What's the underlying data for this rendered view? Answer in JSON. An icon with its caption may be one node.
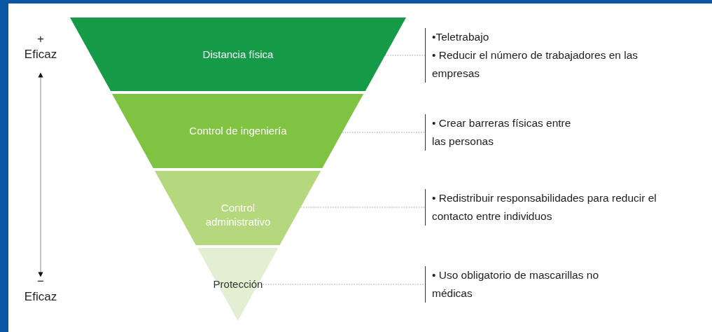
{
  "diagram": {
    "nodes": [
      {
        "text": [
          "Distancia física"
        ]
      },
      {
        "text": [
          "Control de ingeniería"
        ]
      },
      {
        "text": [
          "Control administrativo"
        ]
      },
      {
        "text": [
          "Protección"
        ]
      },
      {
        "text": [
          "•Teletrabajo",
          "• Reducir el número de trabajadores en las empresas"
        ]
      },
      {
        "text": [
          "• Crear barreras físicas entre las personas"
        ]
      },
      {
        "text": [
          "• Redistribuir responsabilidades para reducir el contacto entre individuos"
        ]
      },
      {
        "text": [
          "• Uso obligatorio de mascarillas no médicas"
        ]
      }
    ],
    "edges": [
      {
        "from": 0,
        "to": 4,
        "arrow": "none",
        "style": "dashed"
      },
      {
        "from": 1,
        "to": 5,
        "arrow": "none",
        "style": "dashed"
      },
      {
        "from": 2,
        "to": 6,
        "arrow": "none",
        "style": "dashed"
      },
      {
        "from": 3,
        "to": 7,
        "arrow": "none",
        "style": "dashed"
      }
    ],
    "labels": [
      "+",
      "Eficaz",
      "−",
      "Eficaz"
    ]
  }
}
